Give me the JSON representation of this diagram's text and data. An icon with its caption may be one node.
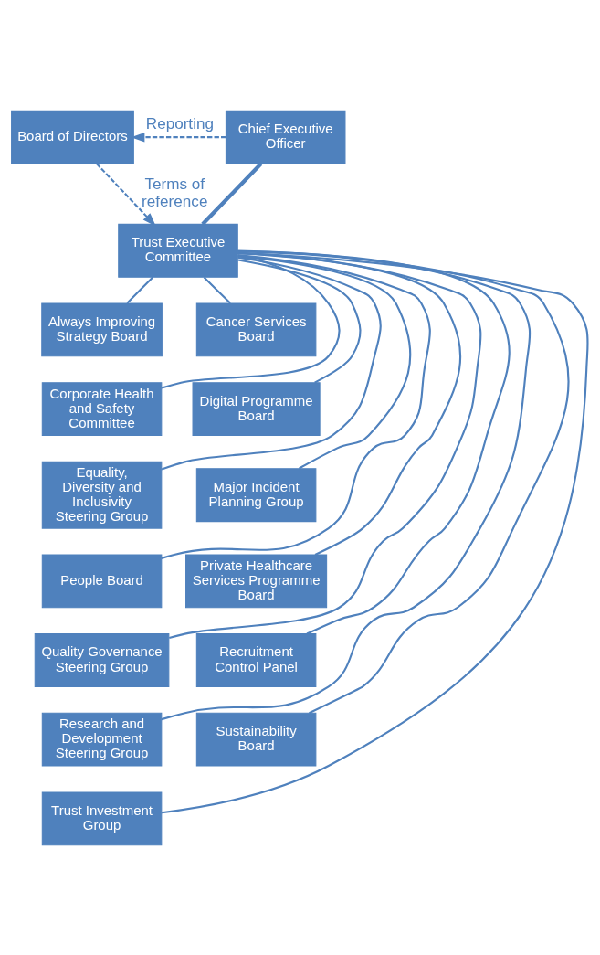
{
  "diagram": {
    "nodes": [
      {
        "text": [
          "Board of Directors"
        ]
      },
      {
        "text": [
          "Chief Executive Officer"
        ]
      },
      {
        "text": [
          "Trust Executive Committee"
        ]
      },
      {
        "text": [
          "Always Improving Strategy Board"
        ]
      },
      {
        "text": [
          "Cancer Services Board"
        ]
      },
      {
        "text": [
          "Corporate Health and Safety Committee"
        ]
      },
      {
        "text": [
          "Digital Programme Board"
        ]
      },
      {
        "text": [
          "Equality, Diversity and Inclusivity Steering Group"
        ]
      },
      {
        "text": [
          "Major Incident Planning Group"
        ]
      },
      {
        "text": [
          "People Board"
        ]
      },
      {
        "text": [
          "Private Healthcare Services Programme Board"
        ]
      },
      {
        "text": [
          "Quality Governance Steering Group"
        ]
      },
      {
        "text": [
          "Recruitment Control Panel"
        ]
      },
      {
        "text": [
          "Research and Development Steering Group"
        ]
      },
      {
        "text": [
          "Sustainability Board"
        ]
      },
      {
        "text": [
          "Trust Investment Group"
        ]
      }
    ],
    "edges": [
      {
        "from": 1,
        "to": 0,
        "arrow": "to",
        "style": "dashed",
        "label": "Reporting"
      },
      {
        "from": 0,
        "to": 2,
        "arrow": "to",
        "style": "dashed",
        "label": "Terms of reference"
      },
      {
        "from": 1,
        "to": 2,
        "arrow": "none",
        "style": "thick"
      },
      {
        "from": 2,
        "to": 3,
        "arrow": "none"
      },
      {
        "from": 2,
        "to": 4,
        "arrow": "none"
      },
      {
        "from": 2,
        "to": 5,
        "arrow": "none"
      },
      {
        "from": 2,
        "to": 6,
        "arrow": "none"
      },
      {
        "from": 2,
        "to": 7,
        "arrow": "none"
      },
      {
        "from": 2,
        "to": 8,
        "arrow": "none"
      },
      {
        "from": 2,
        "to": 9,
        "arrow": "none"
      },
      {
        "from": 2,
        "to": 10,
        "arrow": "none"
      },
      {
        "from": 2,
        "to": 11,
        "arrow": "none"
      },
      {
        "from": 2,
        "to": 12,
        "arrow": "none"
      },
      {
        "from": 2,
        "to": 13,
        "arrow": "none"
      },
      {
        "from": 2,
        "to": 14,
        "arrow": "none"
      },
      {
        "from": 2,
        "to": 15,
        "arrow": "none"
      }
    ]
  }
}
